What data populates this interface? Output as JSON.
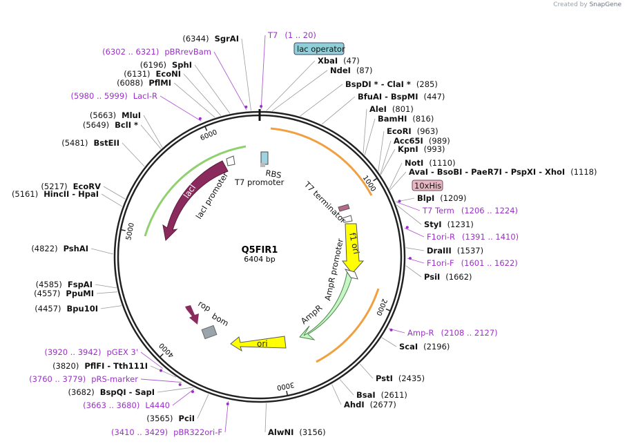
{
  "credit": {
    "prefix": "Created by",
    "brand": "SnapGene"
  },
  "plasmid": {
    "name": "Q5FIR1",
    "size_label": "6404 bp",
    "length": 6404
  },
  "ticks": [
    {
      "text": "1000",
      "pos": 1000
    },
    {
      "text": "2000",
      "pos": 2000
    },
    {
      "text": "3000",
      "pos": 3000
    },
    {
      "text": "4000",
      "pos": 4000
    },
    {
      "text": "5000",
      "pos": 5000
    },
    {
      "text": "6000",
      "pos": 6000
    }
  ],
  "features": [
    {
      "id": "ampr",
      "label": "AmpR"
    },
    {
      "id": "ori",
      "label": "ori"
    },
    {
      "id": "laci",
      "label": "lacI"
    },
    {
      "id": "f1ori",
      "label": "f1 ori"
    },
    {
      "id": "ampr-promoter",
      "label": "AmpR promoter"
    },
    {
      "id": "laci-promoter",
      "label": "lacI promoter"
    },
    {
      "id": "t7-promoter",
      "label": "T7 promoter"
    },
    {
      "id": "t7-terminator",
      "label": "T7 terminator"
    },
    {
      "id": "rbs",
      "label": "RBS"
    },
    {
      "id": "rop",
      "label": "rop"
    },
    {
      "id": "bom",
      "label": "bom"
    },
    {
      "id": "lac-operator",
      "label": "lac operator"
    },
    {
      "id": "10xhis",
      "label": "10xHis"
    }
  ],
  "sites_right": [
    {
      "name": "XbaI",
      "pos": "(47)"
    },
    {
      "name": "NdeI",
      "pos": "(87)"
    },
    {
      "name": "BspDI * - ClaI *",
      "pos": "(285)"
    },
    {
      "name": "BfuAI - BspMI",
      "pos": "(447)"
    },
    {
      "name": "AleI",
      "pos": "(801)"
    },
    {
      "name": "BamHI",
      "pos": "(816)"
    },
    {
      "name": "EcoRI",
      "pos": "(963)"
    },
    {
      "name": "Acc65I",
      "pos": "(989)"
    },
    {
      "name": "KpnI",
      "pos": "(993)"
    },
    {
      "name": "NotI",
      "pos": "(1110)"
    },
    {
      "name": "AvaI - BsoBI - PaeR7I - PspXI - XhoI",
      "pos": "(1118)"
    },
    {
      "name": "BlpI",
      "pos": "(1209)"
    },
    {
      "name": "StyI",
      "pos": "(1231)"
    },
    {
      "name": "DraIII",
      "pos": "(1537)"
    },
    {
      "name": "PsiI",
      "pos": "(1662)"
    },
    {
      "name": "ScaI",
      "pos": "(2196)"
    },
    {
      "name": "PstI",
      "pos": "(2435)"
    },
    {
      "name": "BsaI",
      "pos": "(2611)"
    },
    {
      "name": "AhdI",
      "pos": "(2677)"
    },
    {
      "name": "AlwNI",
      "pos": "(3156)"
    }
  ],
  "sites_left": [
    {
      "name": "SgrAI",
      "pos": "(6344)"
    },
    {
      "name": "SphI",
      "pos": "(6196)"
    },
    {
      "name": "EcoNI",
      "pos": "(6131)"
    },
    {
      "name": "PflMI",
      "pos": "(6088)"
    },
    {
      "name": "MluI",
      "pos": "(5663)"
    },
    {
      "name": "BclI *",
      "pos": "(5649)"
    },
    {
      "name": "BstEII",
      "pos": "(5481)"
    },
    {
      "name": "EcoRV",
      "pos": "(5217)"
    },
    {
      "name": "HincII - HpaI",
      "pos": "(5161)"
    },
    {
      "name": "PshAI",
      "pos": "(4822)"
    },
    {
      "name": "FspAI",
      "pos": "(4585)"
    },
    {
      "name": "PpuMI",
      "pos": "(4557)"
    },
    {
      "name": "Bpu10I",
      "pos": "(4457)"
    },
    {
      "name": "PflFI - Tth111I",
      "pos": "(3820)"
    },
    {
      "name": "BspQI - SapI",
      "pos": "(3682)"
    },
    {
      "name": "PciI",
      "pos": "(3565)"
    }
  ],
  "primers": [
    {
      "name": "T7",
      "range": "(1 .. 20)"
    },
    {
      "name": "pBRrevBam",
      "range": "(6302 .. 6321)"
    },
    {
      "name": "LacI-R",
      "range": "(5980 .. 5999)"
    },
    {
      "name": "T7 Term",
      "range": "(1206 .. 1224)"
    },
    {
      "name": "F1ori-R",
      "range": "(1391 .. 1410)"
    },
    {
      "name": "F1ori-F",
      "range": "(1601 .. 1622)"
    },
    {
      "name": "Amp-R",
      "range": "(2108 .. 2127)"
    },
    {
      "name": "pGEX 3'",
      "range": "(3920 .. 3942)"
    },
    {
      "name": "pRS-marker",
      "range": "(3760 .. 3779)"
    },
    {
      "name": "L4440",
      "range": "(3663 .. 3680)"
    },
    {
      "name": "pBR322ori-F",
      "range": "(3410 .. 3429)"
    }
  ]
}
